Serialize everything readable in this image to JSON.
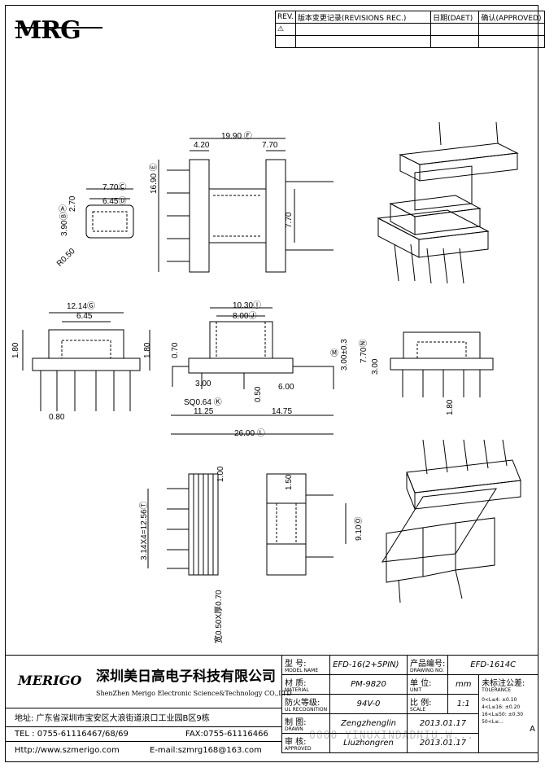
{
  "header": {
    "logo": "MRG",
    "rev_label": "REV.",
    "rev_record": "版本变更记录(REVISIONS REC.)",
    "date_label": "日期(DAET)",
    "approved_label": "确认(APPROVED)",
    "rev_mark": "⚠"
  },
  "dims": {
    "top_w": "19.90 Ⓕ",
    "top_a": "4.20",
    "top_b": "7.70",
    "top_h": "16.90 Ⓔ",
    "top_inner": "7.70",
    "small_w": "7.70Ⓒ",
    "small_w2": "6.45Ⓓ",
    "small_a": "2.70",
    "small_aA": "Ⓐ",
    "small_b": "3.90Ⓑ",
    "small_r": "R0.50",
    "front_w": "12.14Ⓖ",
    "front_w2": "6.45",
    "front_h1": "1.80",
    "front_h2": "1.80",
    "front_pin": "0.80",
    "mid_w1": "10.30Ⓘ",
    "mid_w2": "8.00Ⓙ",
    "mid_h1": "0.70",
    "mid_h2": "3.00",
    "mid_sq": "SQ0.64 Ⓚ",
    "mid_a": "0.50",
    "mid_b": "6.00",
    "mid_c": "11.25",
    "mid_d": "14.75",
    "mid_total": "26.00 Ⓛ",
    "mid_m": "Ⓜ",
    "mid_h3": "3.00±0.3",
    "side_h": "7.70Ⓝ",
    "side_a": "3.00",
    "side_b": "1.80",
    "bot_a": "1.00",
    "bot_b": "1.50",
    "bot_pitch": "3.14X4=12.56Ⓣ",
    "bot_w": "9.10Ⓞ",
    "bot_pin": "宽0.50X厚0.70"
  },
  "title_block": {
    "model_label": "型 号:",
    "model_en": "MODEL NAME",
    "model": "EFD-16(2+5PIN)",
    "drawing_label": "产品编号:",
    "drawing_en": "DRAWING NO.",
    "drawing_no": "EFD-1614C",
    "material_label": "材 质:",
    "material_en": "MATERIAL",
    "material": "PM-9820",
    "unit_label": "单 位:",
    "unit_en": "UNIT",
    "unit": "mm",
    "tol_label": "未标注公差:",
    "tol_en": "TOLERANCE",
    "fire_label": "防火等级:",
    "fire_en": "UL RECOGNITION",
    "fire": "94V-0",
    "scale_label": "比 例:",
    "scale_en": "SCALE",
    "scale": "1:1",
    "drawn_label": "制 图:",
    "drawn_en": "DRAWN",
    "drawn": "Zengzhenglin",
    "drawn_date": "2013.01.17",
    "approved_label": "审 核:",
    "approved_en": "APPROVED",
    "approved": "Liuzhongren",
    "approved_date": "2013.01.17",
    "tol1": "0<L≤4:  ±0.10",
    "tol2": "4<L≤16: ±0.20",
    "tol3": "16<L≤50: ±0.30",
    "tol4": "50<L≤...",
    "page": "A"
  },
  "company": {
    "logo": "MERIGO",
    "name_cn": "深圳美日高电子科技有限公司",
    "name_en": "ShenZhen Merigo Electronic Science&Technology CO.,LTD",
    "address": "地址: 广东省深圳市宝安区大浪街道浪口工业园B区9栋",
    "tel": "TEL : 0755-61116467/68/69",
    "fax": "FAX:0755-61116466",
    "http": "Http://www.szmerigo.com",
    "email": "E-mail:szmrg168@163.com"
  },
  "watermark": "0000 YINUXINDADNIU.W..."
}
